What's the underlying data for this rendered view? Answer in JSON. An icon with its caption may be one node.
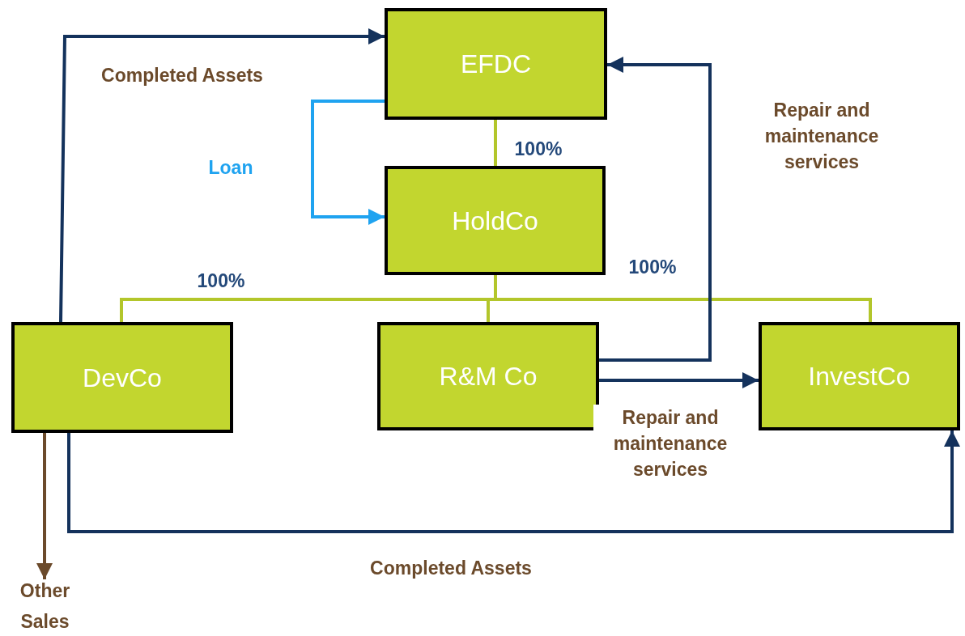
{
  "diagram": {
    "nodes": [
      {
        "text": [
          "EFDC"
        ]
      },
      {
        "text": [
          "HoldCo"
        ]
      },
      {
        "text": [
          "DevCo"
        ]
      },
      {
        "text": [
          "R&M Co"
        ]
      },
      {
        "text": [
          "InvestCo"
        ]
      },
      {
        "text": [
          "Other Sales"
        ]
      }
    ],
    "edges": [
      {
        "from": 0,
        "to": 1,
        "arrow": "none",
        "label": "100%",
        "color": "#b3c62b"
      },
      {
        "from": 1,
        "to": 2,
        "arrow": "none",
        "label": "100%",
        "color": "#b3c62b"
      },
      {
        "from": 1,
        "to": 3,
        "arrow": "none",
        "color": "#b3c62b"
      },
      {
        "from": 1,
        "to": 4,
        "arrow": "none",
        "label": "100%",
        "color": "#b3c62b"
      },
      {
        "from": 0,
        "to": 1,
        "arrow": "to",
        "label": "Loan",
        "color": "#1fa3f0"
      },
      {
        "from": 2,
        "to": 0,
        "arrow": "to",
        "label": "Completed Assets",
        "color": "#14325c"
      },
      {
        "from": 3,
        "to": 0,
        "arrow": "to",
        "label": "Repair and maintenance services",
        "color": "#14325c"
      },
      {
        "from": 3,
        "to": 4,
        "arrow": "to",
        "label": "Repair and maintenance services",
        "color": "#14325c"
      },
      {
        "from": 2,
        "to": 4,
        "arrow": "to",
        "label": "Completed Assets",
        "color": "#14325c"
      },
      {
        "from": 2,
        "to": 5,
        "arrow": "to",
        "color": "#6b4a2b"
      }
    ]
  }
}
